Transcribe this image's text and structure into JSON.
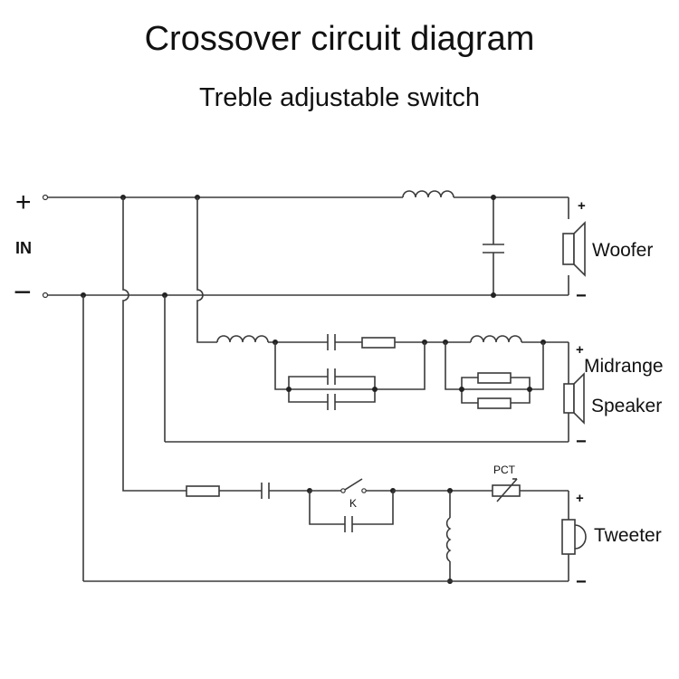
{
  "title": "Crossover circuit diagram",
  "subtitle": "Treble adjustable switch",
  "input": {
    "plus": "+",
    "minus": "−",
    "label": "IN"
  },
  "speakers": {
    "woofer": {
      "label": "Woofer",
      "plus": "+",
      "minus": "−"
    },
    "midrange": {
      "label_line1": "Midrange",
      "label_line2": "Speaker",
      "plus": "+",
      "minus": "−"
    },
    "tweeter": {
      "label": "Tweeter",
      "plus": "+",
      "minus": "−"
    }
  },
  "components": {
    "pct_label": "PCT",
    "switch_label": "K"
  }
}
